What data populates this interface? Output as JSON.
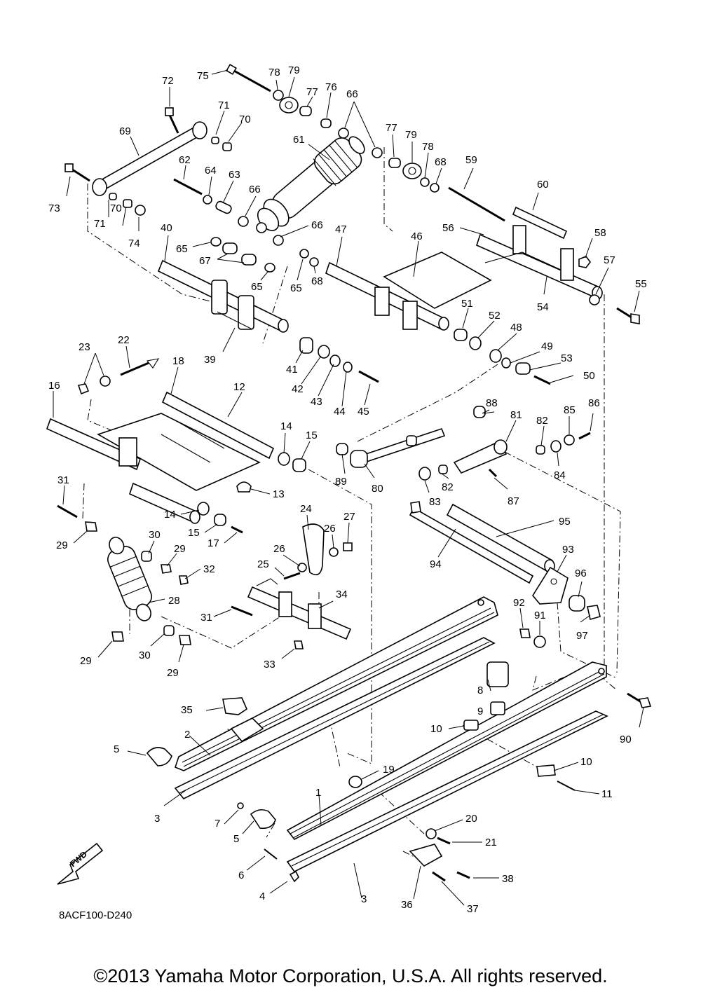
{
  "drawing_code": "8ACF100-D240",
  "copyright": "©2013 Yamaha Motor Corporation, U.S.A. All rights reserved.",
  "fwd_label": "FWD",
  "callouts": [
    "1",
    "2",
    "3",
    "3",
    "4",
    "5",
    "5",
    "6",
    "7",
    "8",
    "9",
    "10",
    "10",
    "11",
    "12",
    "13",
    "14",
    "14",
    "15",
    "15",
    "16",
    "17",
    "18",
    "19",
    "20",
    "21",
    "22",
    "23",
    "24",
    "25",
    "26",
    "26",
    "27",
    "28",
    "29",
    "29",
    "29",
    "29",
    "30",
    "30",
    "31",
    "31",
    "32",
    "33",
    "34",
    "35",
    "36",
    "37",
    "38",
    "39",
    "40",
    "41",
    "42",
    "43",
    "44",
    "45",
    "46",
    "47",
    "48",
    "49",
    "50",
    "51",
    "52",
    "53",
    "54",
    "55",
    "56",
    "57",
    "58",
    "59",
    "60",
    "61",
    "62",
    "63",
    "64",
    "65",
    "65",
    "65",
    "66",
    "66",
    "66",
    "67",
    "68",
    "68",
    "69",
    "70",
    "70",
    "71",
    "71",
    "72",
    "73",
    "74",
    "75",
    "76",
    "77",
    "77",
    "78",
    "78",
    "79",
    "79",
    "80",
    "81",
    "82",
    "82",
    "83",
    "84",
    "85",
    "86",
    "87",
    "88",
    "89",
    "90",
    "91",
    "92",
    "93",
    "94",
    "95",
    "96",
    "97"
  ]
}
